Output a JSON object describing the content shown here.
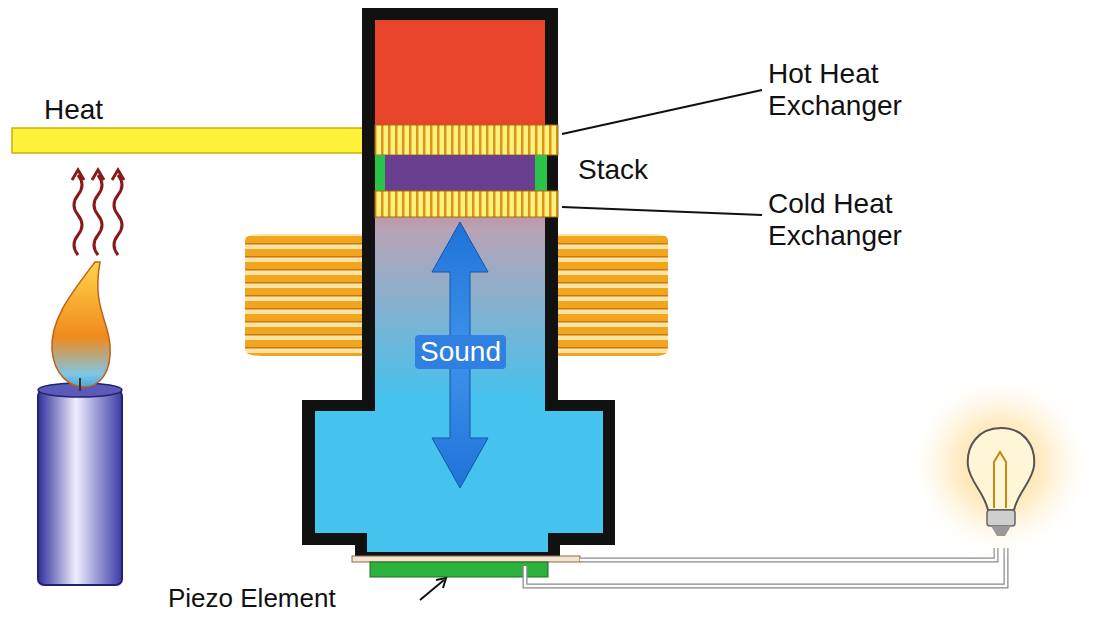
{
  "diagram": {
    "labels": [
      "Heat",
      "Hot Heat Exchanger",
      "Stack",
      "Cold Heat Exchanger",
      "Sound",
      "Piezo Element"
    ]
  }
}
